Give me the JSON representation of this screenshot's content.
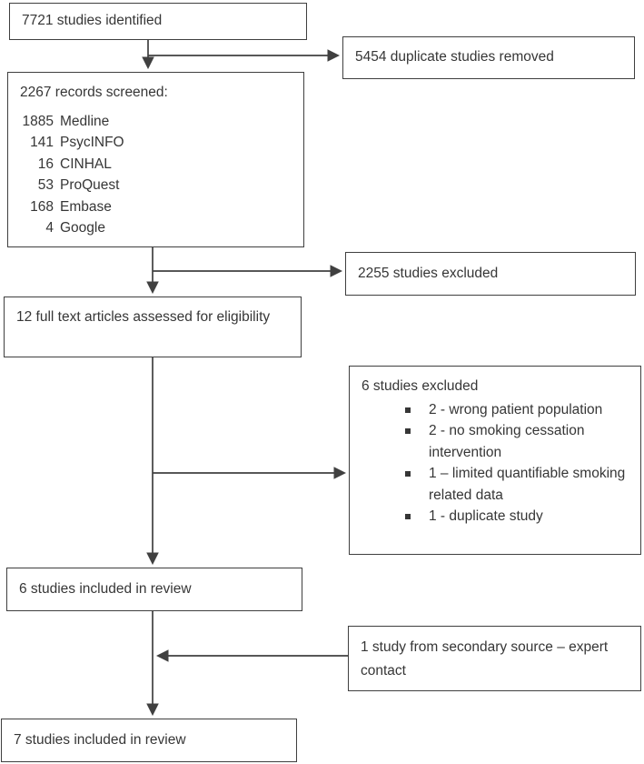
{
  "colors": {
    "border": "#3f3f3f",
    "text": "#363636",
    "arrow": "#404040",
    "background": "#ffffff"
  },
  "flowchart": {
    "identified": {
      "label": "7721 studies identified"
    },
    "duplicates_removed": {
      "label": "5454 duplicate studies removed"
    },
    "screened": {
      "title": "2267 records screened:",
      "sources": [
        {
          "count": "1885",
          "name": "Medline"
        },
        {
          "count": "141",
          "name": "PsycINFO"
        },
        {
          "count": "16",
          "name": "CINHAL"
        },
        {
          "count": "53",
          "name": "ProQuest"
        },
        {
          "count": "168",
          "name": "Embase"
        },
        {
          "count": "4",
          "name": "Google"
        }
      ]
    },
    "excluded_screening": {
      "label": "2255 studies excluded"
    },
    "full_text": {
      "label": "12 full text articles assessed for eligibility"
    },
    "excluded_full_text": {
      "title": "6 studies excluded",
      "reasons": [
        "2 - wrong patient population",
        "2 - no smoking cessation intervention",
        "1 – limited quantifiable smoking related data",
        "1 - duplicate study"
      ]
    },
    "included": {
      "label": "6 studies included in review"
    },
    "secondary_source": {
      "label": "1 study from secondary source – expert contact"
    },
    "final_included": {
      "label": "7 studies included in review"
    }
  }
}
